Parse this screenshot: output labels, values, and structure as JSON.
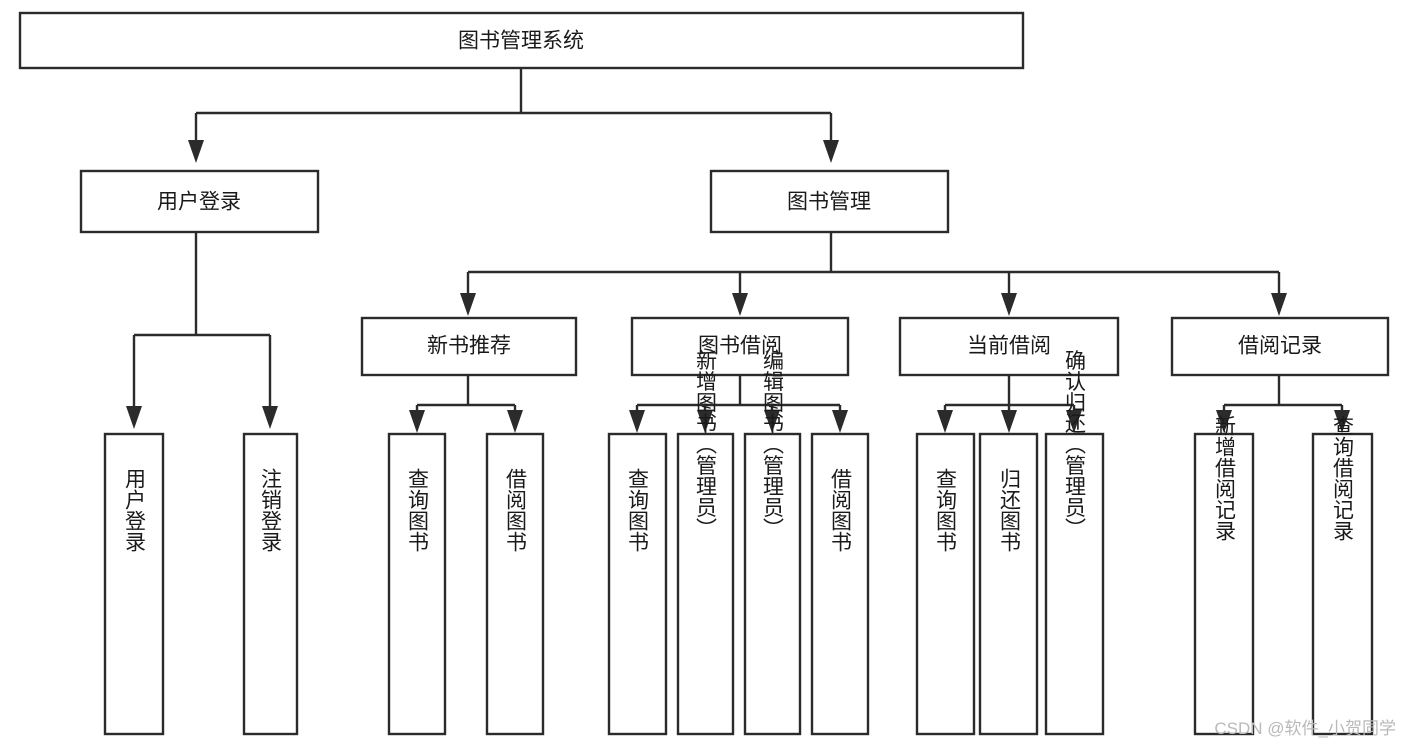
{
  "diagram": {
    "type": "tree-hierarchy",
    "title": "图书管理系统",
    "orientation": "top-down",
    "colors": {
      "box_fill": "#ffffff",
      "box_stroke": "#2b2b2b",
      "text": "#1a1a1a",
      "background": "#ffffff",
      "watermark": "#b9b9b9"
    },
    "levels": {
      "root": {
        "label": "图书管理系统"
      },
      "level2": [
        {
          "id": "user-login",
          "label": "用户登录"
        },
        {
          "id": "book-management",
          "label": "图书管理"
        }
      ],
      "level3": [
        {
          "id": "new-book-recommend",
          "label": "新书推荐",
          "parent": "book-management"
        },
        {
          "id": "book-borrow",
          "label": "图书借阅",
          "parent": "book-management"
        },
        {
          "id": "current-borrow",
          "label": "当前借阅",
          "parent": "book-management"
        },
        {
          "id": "borrow-record",
          "label": "借阅记录",
          "parent": "book-management"
        }
      ],
      "leaves": [
        {
          "id": "leaf-user-login",
          "label": "用户登录",
          "parent": "user-login"
        },
        {
          "id": "leaf-logout-login",
          "label": "注销登录",
          "parent": "user-login"
        },
        {
          "id": "leaf-query-book-1",
          "label": "查询图书",
          "parent": "new-book-recommend"
        },
        {
          "id": "leaf-borrow-book-1",
          "label": "借阅图书",
          "parent": "new-book-recommend"
        },
        {
          "id": "leaf-query-book-2",
          "label": "查询图书",
          "parent": "book-borrow"
        },
        {
          "id": "leaf-add-book",
          "label": "新增图书（管理员）",
          "parent": "book-borrow"
        },
        {
          "id": "leaf-edit-book",
          "label": "编辑图书（管理员）",
          "parent": "book-borrow"
        },
        {
          "id": "leaf-borrow-book-2",
          "label": "借阅图书",
          "parent": "book-borrow"
        },
        {
          "id": "leaf-query-book-3",
          "label": "查询图书",
          "parent": "current-borrow"
        },
        {
          "id": "leaf-return-book",
          "label": "归还图书",
          "parent": "current-borrow"
        },
        {
          "id": "leaf-confirm-return",
          "label": "确认归还（管理员）",
          "parent": "current-borrow"
        },
        {
          "id": "leaf-add-record",
          "label": "新增借阅记录",
          "parent": "borrow-record"
        },
        {
          "id": "leaf-query-record",
          "label": "查询借阅记录",
          "parent": "borrow-record"
        }
      ]
    }
  },
  "watermark": {
    "text": "CSDN @软件_小贺同学"
  }
}
